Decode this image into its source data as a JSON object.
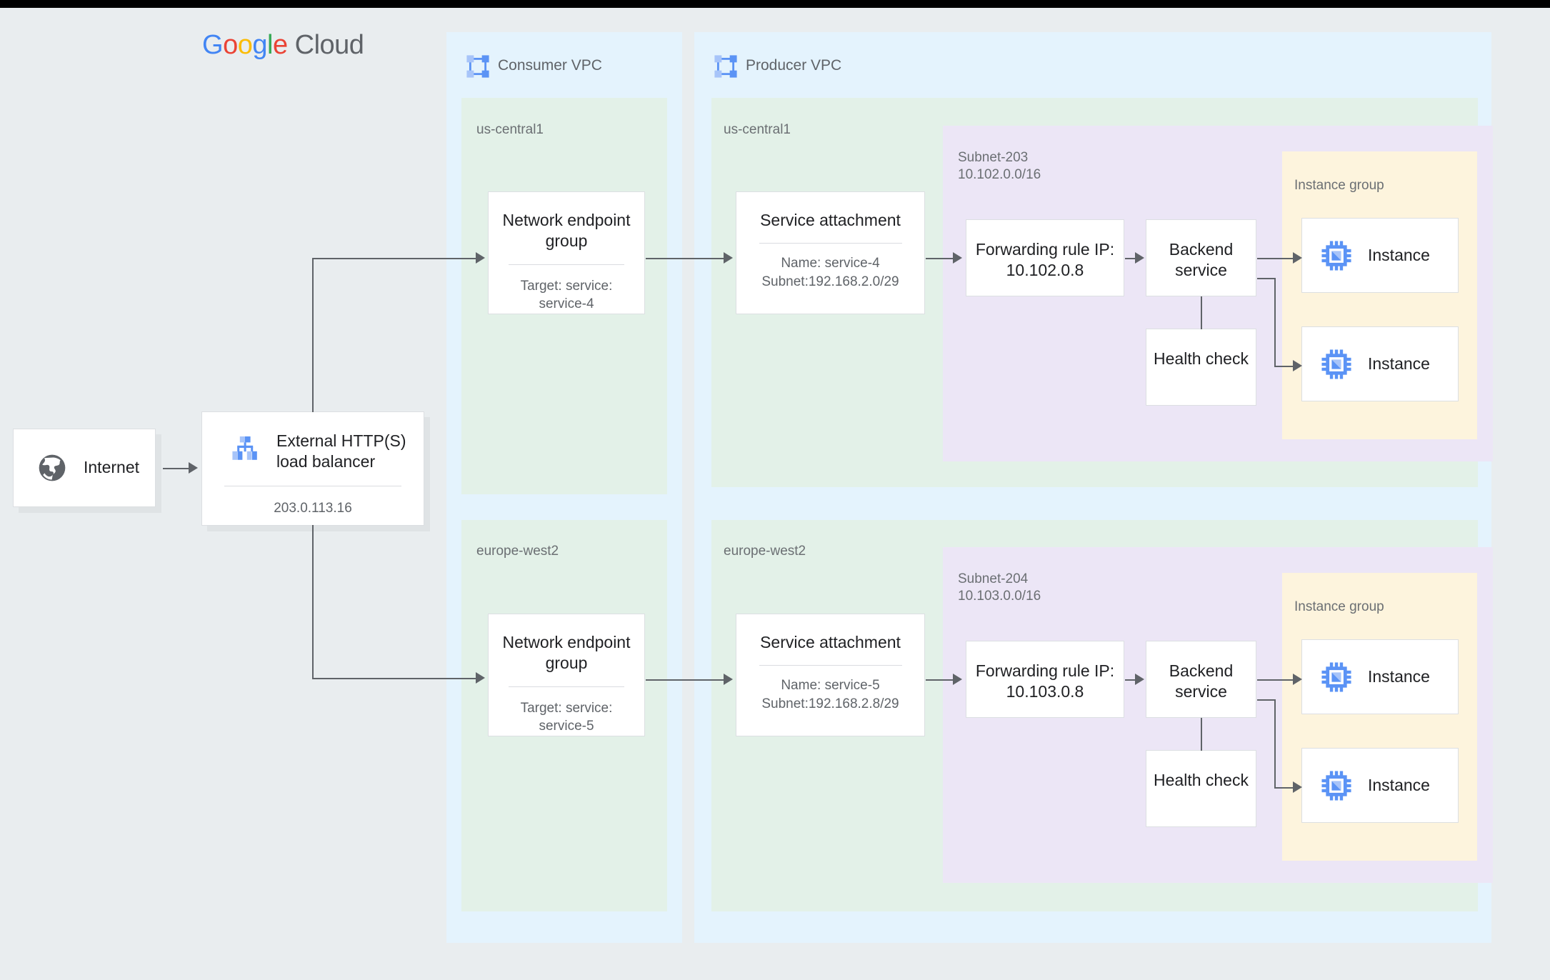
{
  "brand": {
    "name_parts": [
      "G",
      "o",
      "o",
      "g",
      "l",
      "e"
    ],
    "suffix": "Cloud"
  },
  "colors": {
    "vpc_bg": "#e4f3fd",
    "region_bg": "#e3f1e8",
    "subnet_bg": "#ece6f6",
    "instance_group_bg": "#fdf4dd",
    "page_bg": "#e9edef",
    "accent_blue": "#5b93f5",
    "accent_blue_light": "#a7c4f9",
    "connector": "#5f6368",
    "card_border": "#dcdfe2"
  },
  "internet": {
    "label": "Internet",
    "icon": "globe-icon"
  },
  "load_balancer": {
    "title": "External HTTP(S)\nload balancer",
    "ip": "203.0.113.16",
    "icon": "load-balancer-icon"
  },
  "consumer_vpc": {
    "label": "Consumer VPC",
    "icon": "vpc-icon",
    "regions": [
      {
        "name": "us-central1",
        "neg": {
          "title": "Network\nendpoint group",
          "sub": "Target: service:\nservice-4"
        }
      },
      {
        "name": "europe-west2",
        "neg": {
          "title": "Network\nendpoint group",
          "sub": "Target: service:\nservice-5"
        }
      }
    ]
  },
  "producer_vpc": {
    "label": "Producer VPC",
    "icon": "vpc-icon",
    "regions": [
      {
        "name": "us-central1",
        "service_attachment": {
          "title": "Service\nattachment",
          "sub": "Name: service-4\nSubnet:192.168.2.0/29"
        },
        "subnet": {
          "label": "Subnet-203\n10.102.0.0/16",
          "forwarding_rule": {
            "title": "Forwarding rule\nIP: 10.102.0.8"
          },
          "backend_service": {
            "title": "Backend\nservice"
          },
          "health_check": {
            "title": "Health\ncheck"
          },
          "instance_group": {
            "label": "Instance group",
            "instances": [
              {
                "label": "Instance",
                "icon": "cpu-chip-icon"
              },
              {
                "label": "Instance",
                "icon": "cpu-chip-icon"
              }
            ]
          }
        }
      },
      {
        "name": "europe-west2",
        "service_attachment": {
          "title": "Service\nattachment",
          "sub": "Name: service-5\nSubnet:192.168.2.8/29"
        },
        "subnet": {
          "label": "Subnet-204\n10.103.0.0/16",
          "forwarding_rule": {
            "title": "Forwarding rule\nIP: 10.103.0.8"
          },
          "backend_service": {
            "title": "Backend\nservice"
          },
          "health_check": {
            "title": "Health\ncheck"
          },
          "instance_group": {
            "label": "Instance group",
            "instances": [
              {
                "label": "Instance",
                "icon": "cpu-chip-icon"
              },
              {
                "label": "Instance",
                "icon": "cpu-chip-icon"
              }
            ]
          }
        }
      }
    ]
  }
}
